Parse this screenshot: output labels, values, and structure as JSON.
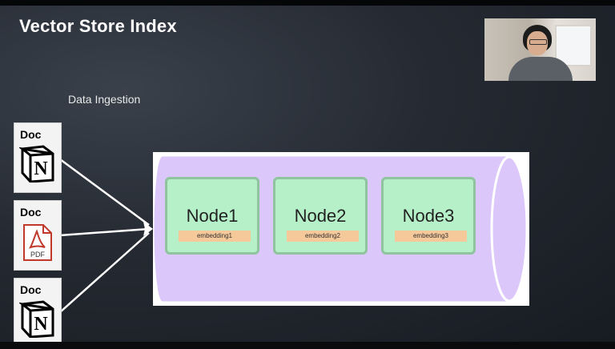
{
  "slide": {
    "title": "Vector Store Index",
    "subtitle": "Data Ingestion"
  },
  "documents": [
    {
      "label": "Doc",
      "icon": "notion-icon"
    },
    {
      "label": "Doc",
      "icon": "pdf-icon",
      "icon_text": "PDF"
    },
    {
      "label": "Doc",
      "icon": "notion-icon"
    }
  ],
  "vector_store": {
    "nodes": [
      {
        "title": "Node1",
        "embedding": "embedding1"
      },
      {
        "title": "Node2",
        "embedding": "embedding2"
      },
      {
        "title": "Node3",
        "embedding": "embedding3"
      }
    ],
    "colors": {
      "cylinder": "#dcc7fb",
      "node_fill": "#b6f0c8",
      "node_border": "#8fc49e",
      "embedding_fill": "#f6c99b"
    }
  },
  "webcam": {
    "icon": "presenter-video-thumbnail"
  }
}
